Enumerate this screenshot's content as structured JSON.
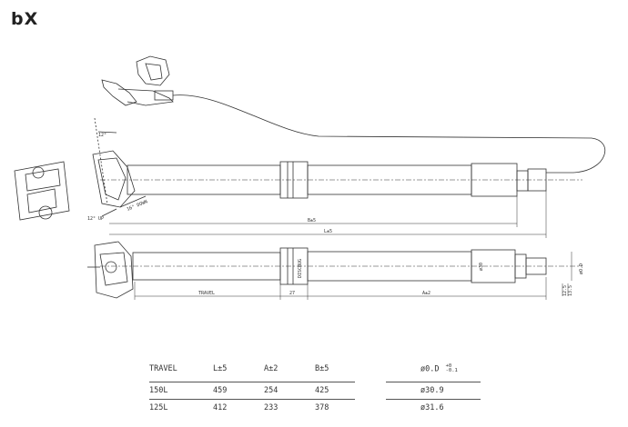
{
  "brand": {
    "logo": "bX"
  },
  "drawing": {
    "top_view": {
      "angle_up_label": "12°",
      "angle_range_up": "12° UP",
      "angle_range_down": "16° DOWN",
      "dim_b": "B±5",
      "dim_l": "L±5"
    },
    "side_view": {
      "dim_travel": "TRAVEL",
      "dim_collar": "27",
      "dim_a": "A±2",
      "dim_diameter": "ø30",
      "dim_od": "øO.D",
      "dim_end_1": "12.5",
      "dim_end_2": "13.5",
      "tube_text": "DISCBUG"
    }
  },
  "spec_table": {
    "headers": [
      "TRAVEL",
      "L±5",
      "A±2",
      "B±5"
    ],
    "rows": [
      [
        "150L",
        "459",
        "254",
        "425"
      ],
      [
        "125L",
        "412",
        "233",
        "378"
      ]
    ],
    "od_header": "ø0.D",
    "od_tol_plus": "+0",
    "od_tol_minus": "-0.1",
    "od_values": [
      "ø30.9",
      "ø31.6"
    ]
  },
  "colors": {
    "line": "#333333",
    "background": "#ffffff"
  }
}
